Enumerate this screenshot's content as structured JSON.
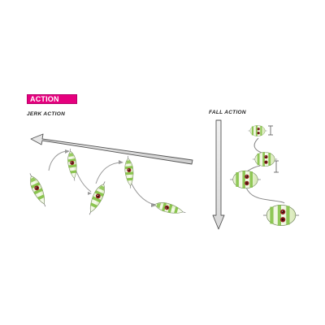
{
  "header": {
    "title": "ACTION"
  },
  "jerk": {
    "label": "JERK ACTION"
  },
  "fall": {
    "label": "FALL ACTION"
  },
  "colors": {
    "accent": "#e6007e",
    "lure_green": "#7fbf3f",
    "lure_light": "#e7f1d2",
    "eye": "#8b1e1e",
    "arrow_stroke": "#555555",
    "arrow_fill": "#e5e5e5"
  }
}
